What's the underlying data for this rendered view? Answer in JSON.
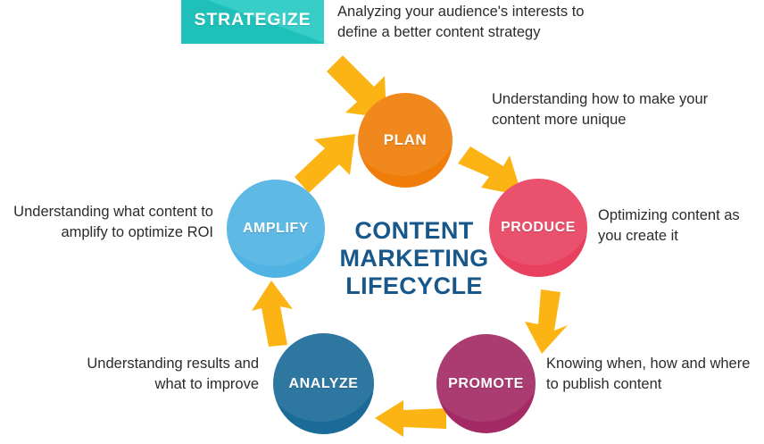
{
  "diagram": {
    "title_lines": [
      "CONTENT",
      "MARKETING",
      "LIFECYCLE"
    ],
    "title_color": "#17578a",
    "background": "#ffffff",
    "arrow_color": "#fcb415"
  },
  "banner": {
    "label": "STRATEGIZE",
    "color": "#20c9c1",
    "text_color": "#ffffff"
  },
  "stages": [
    {
      "id": "plan",
      "label": "PLAN",
      "color": "#f07d09",
      "caption": "Analyzing your audience's interests to define a better content strategy"
    },
    {
      "id": "produce",
      "label": "PRODUCE",
      "color": "#e8415f",
      "caption": "Understanding how to make your content more unique"
    },
    {
      "id": "promote",
      "label": "PROMOTE",
      "color": "#a32a64",
      "caption": "Optimizing content as you create it"
    },
    {
      "id": "analyze",
      "label": "ANALYZE",
      "color": "#1b6b99",
      "caption": "Knowing when, how and where to publish content"
    },
    {
      "id": "amplify",
      "label": "AMPLIFY",
      "color": "#4fb3e3",
      "caption": "Understanding results and what to improve"
    }
  ],
  "captions": {
    "strategize": "Analyzing your audience's interests to define a better content strategy",
    "plan": "Understanding how to make your content more unique",
    "produce": "Optimizing content as you create it",
    "promote": "Knowing when, how and where to publish content",
    "analyze": "Understanding results and what to improve",
    "amplify": "Understanding what content to amplify to optimize ROI"
  },
  "arrows": [
    {
      "id": "strategize-to-plan",
      "direction": "down-right"
    },
    {
      "id": "plan-to-produce",
      "direction": "down-right"
    },
    {
      "id": "produce-to-promote",
      "direction": "down"
    },
    {
      "id": "promote-to-analyze",
      "direction": "left"
    },
    {
      "id": "analyze-to-amplify",
      "direction": "up"
    },
    {
      "id": "amplify-to-plan",
      "direction": "up-right"
    }
  ]
}
